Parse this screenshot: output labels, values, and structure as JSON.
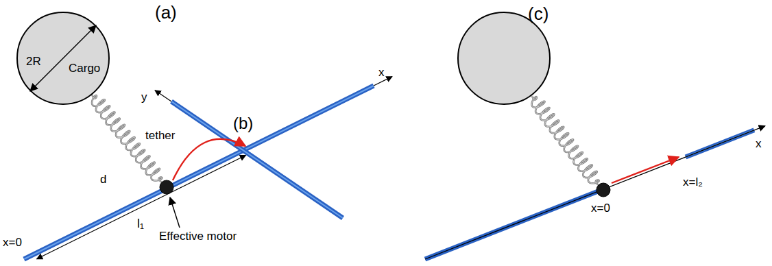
{
  "diagram": {
    "nodes": [
      {
        "text": [
          "Cargo",
          "2R"
        ]
      }
    ],
    "labels": [
      "(a)",
      "(b)",
      "(c)",
      "tether",
      "d",
      "Effective motor",
      "l₁",
      "x=0",
      "y",
      "x",
      "x=0",
      "x=l₂",
      "x"
    ]
  }
}
